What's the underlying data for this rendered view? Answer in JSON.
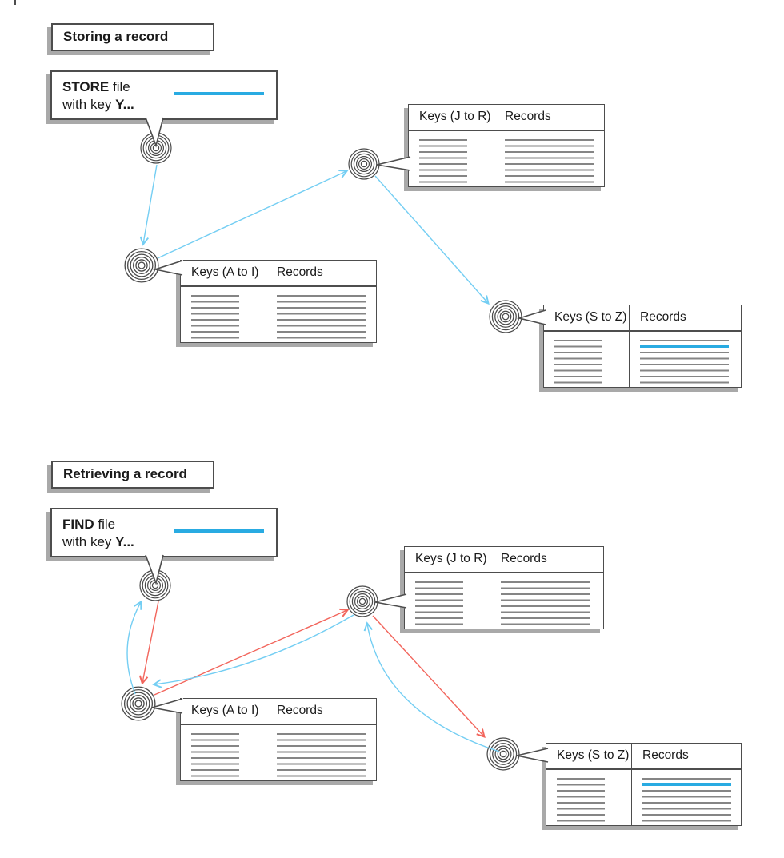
{
  "colors": {
    "accent_blue": "#29abe2",
    "arrow_blue": "#74cef3",
    "arrow_red": "#f2655c",
    "border_gray": "#4d4d4d",
    "shadow_gray": "#a9a9a9",
    "row_line_gray": "#858585"
  },
  "sections": [
    {
      "id": "storing",
      "title": "Storing a record",
      "command": {
        "keyword": "STORE",
        "keyword_suffix": " file",
        "line2_prefix": "with key ",
        "key": "Y..."
      },
      "tables": [
        {
          "keys_header": "Keys (J to R)",
          "records_header": "Records",
          "highlight_row": null
        },
        {
          "keys_header": "Keys (A to I)",
          "records_header": "Records",
          "highlight_row": null
        },
        {
          "keys_header": "Keys (S to Z)",
          "records_header": "Records",
          "highlight_row": 2
        }
      ],
      "flows": [
        {
          "from": "origin-node",
          "to": "node-a-to-i",
          "style": "blue"
        },
        {
          "from": "node-a-to-i",
          "to": "node-j-to-r",
          "style": "blue"
        },
        {
          "from": "node-j-to-r",
          "to": "node-s-to-z",
          "style": "blue"
        }
      ]
    },
    {
      "id": "retrieving",
      "title": "Retrieving a record",
      "command": {
        "keyword": "FIND",
        "keyword_suffix": " file",
        "line2_prefix": "with key ",
        "key": "Y..."
      },
      "tables": [
        {
          "keys_header": "Keys (J to R)",
          "records_header": "Records",
          "highlight_row": null
        },
        {
          "keys_header": "Keys (A to I)",
          "records_header": "Records",
          "highlight_row": null
        },
        {
          "keys_header": "Keys (S to Z)",
          "records_header": "Records",
          "highlight_row": 2
        }
      ],
      "flows": [
        {
          "from": "origin-node",
          "to": "node-a-to-i",
          "style": "red"
        },
        {
          "from": "node-a-to-i",
          "to": "origin-node",
          "style": "blue"
        },
        {
          "from": "node-a-to-i",
          "to": "node-j-to-r",
          "style": "red"
        },
        {
          "from": "node-j-to-r",
          "to": "node-a-to-i",
          "style": "blue"
        },
        {
          "from": "node-j-to-r",
          "to": "node-s-to-z",
          "style": "red"
        },
        {
          "from": "node-s-to-z",
          "to": "node-j-to-r",
          "style": "blue"
        }
      ]
    }
  ]
}
